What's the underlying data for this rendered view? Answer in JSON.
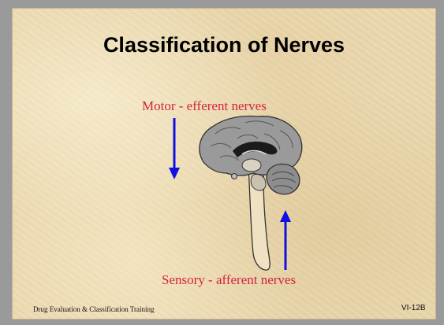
{
  "slide": {
    "title": "Classification of Nerves",
    "motor_label": "Motor - efferent nerves",
    "sensory_label": "Sensory - afferent nerves",
    "footer_left": "Drug Evaluation & Classification Training",
    "footer_right": "VI-12B"
  },
  "colors": {
    "label_red": "#d1233f",
    "arrow_blue": "#1010e0",
    "brain_gray": "#9a9a9a"
  },
  "icons": {
    "brain": "brain-spinal-cord-diagram",
    "down_arrow": "arrow-down-icon",
    "up_arrow": "arrow-up-icon"
  }
}
